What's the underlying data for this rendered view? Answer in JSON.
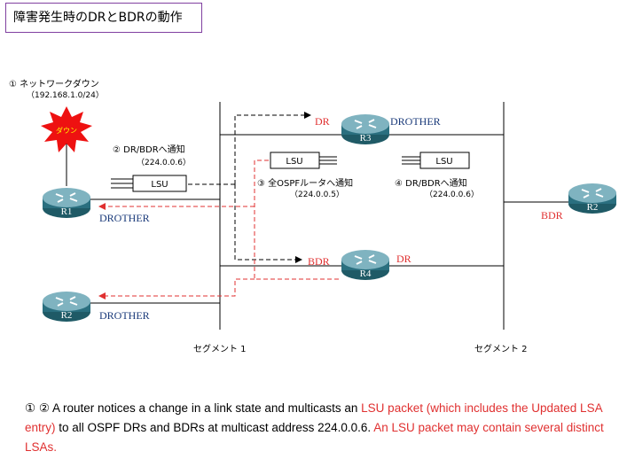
{
  "title": "障害発生時のDRとBDRの動作",
  "event": {
    "line1": "①  ネットワークダウン",
    "line2": "（192.168.1.0/24）",
    "burst_label": "ダウン"
  },
  "steps": {
    "s2_label": "②  DR/BDRへ通知",
    "s2_addr": "（224.0.0.6）",
    "s3_label": "③  全OSPFルータへ通知",
    "s3_addr": "（224.0.0.5）",
    "s4_label": "④  DR/BDRへ通知",
    "s4_addr": "（224.0.0.6）"
  },
  "packets": {
    "lsu": "LSU"
  },
  "routers": {
    "r1": {
      "name": "R1",
      "role": "DROTHER"
    },
    "r2_left": {
      "name": "R2",
      "role": "DROTHER"
    },
    "r3": {
      "name": "R3",
      "role": "DROTHER",
      "dr_tag": "DR"
    },
    "r4": {
      "name": "R4",
      "role_seg2": "DR",
      "bdr_tag": "BDR"
    },
    "r2_right": {
      "name": "R2",
      "role": "BDR"
    }
  },
  "segments": {
    "seg1": "セグメント 1",
    "seg2": "セグメント 2"
  },
  "caption": {
    "prefix": "① ②   A router notices a change in a link state and multicasts an ",
    "red1": "LSU packet (which includes the Updated LSA entry)",
    "mid": " to all OSPF DRs and BDRs at multicast address 224.0.0.6. ",
    "red2": "An LSU packet may contain several distinct LSAs."
  },
  "colors": {
    "red": "#e03030",
    "navy": "#1a3a7a",
    "router": "#2a6f7f",
    "title_border": "#8040a0",
    "burst": "#ee1111"
  }
}
